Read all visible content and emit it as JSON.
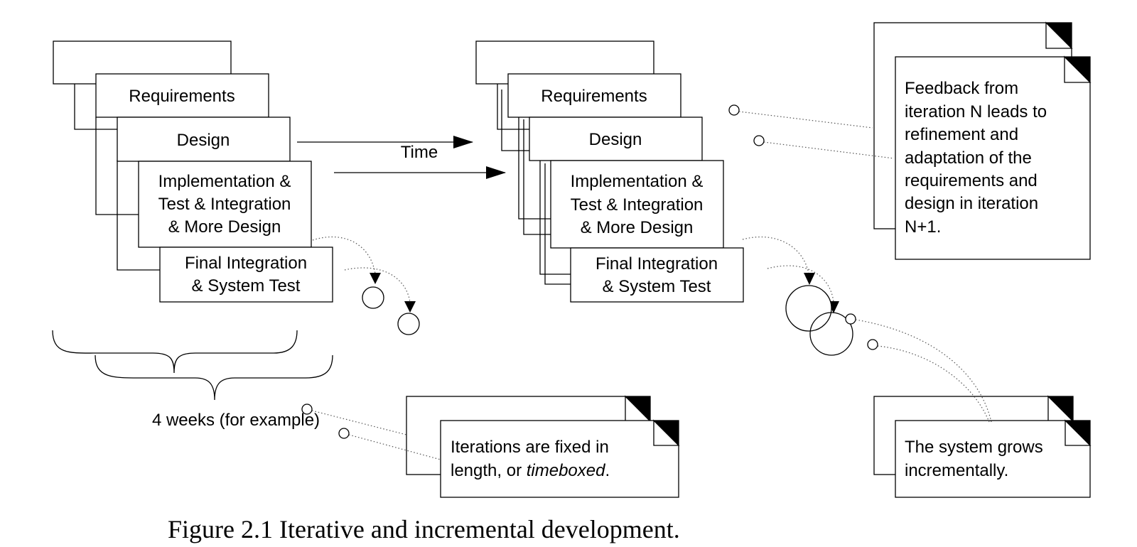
{
  "phases": {
    "requirements": "Requirements",
    "design": "Design",
    "implementation": [
      "Implementation &",
      "Test & Integration",
      "& More Design"
    ],
    "final": [
      "Final Integration",
      "& System Test"
    ]
  },
  "time_label": "Time",
  "duration_label": "4 weeks (for example)",
  "notes": {
    "feedback": [
      "Feedback from",
      "iteration N leads to",
      "refinement and",
      "adaptation of the",
      "requirements and",
      "design in iteration",
      "N+1."
    ],
    "timeboxed_line1": "Iterations are fixed in",
    "timeboxed_line2_prefix": "length, or ",
    "timeboxed_line2_em": "timeboxed",
    "timeboxed_line2_suffix": ".",
    "grows": [
      "The system grows",
      "incrementally."
    ]
  },
  "caption": "Figure 2.1 Iterative and incremental development."
}
